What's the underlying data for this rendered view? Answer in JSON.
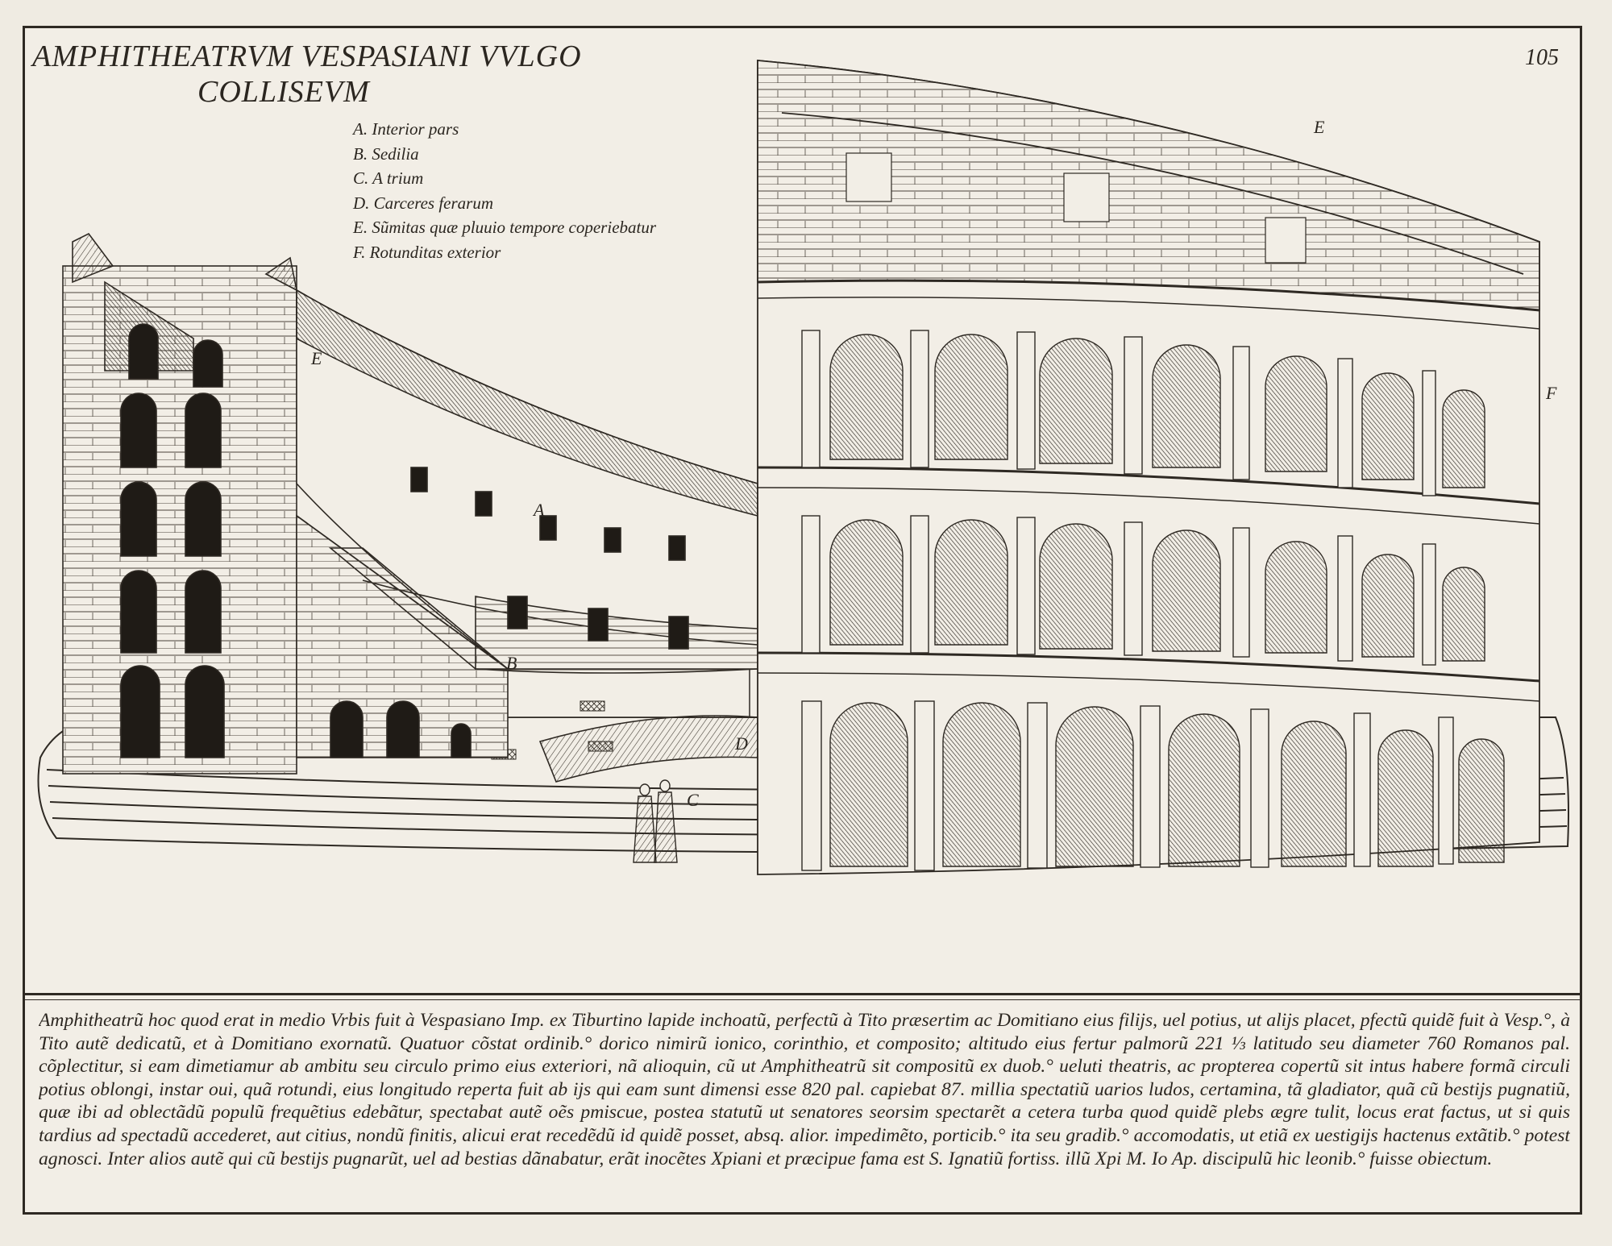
{
  "plate": {
    "title_line1": "AMPHITHEATRVM VESPASIANI VVLGO",
    "title_line2": "COLLISEVM",
    "page_number": "105"
  },
  "legend": [
    "A. Interior pars",
    "B. Sedilia",
    "C. A trium",
    "D. Carceres ferarum",
    "E. Sũmitas quæ pluuio tempore coperiebatur",
    "F. Rotunditas exterior"
  ],
  "figure_labels": {
    "a": "A",
    "b": "B",
    "c": "C",
    "d": "D",
    "e_left": "E",
    "e_top": "E",
    "f": "F"
  },
  "caption": "Amphitheatrũ hoc quod erat in medio Vrbis fuit à Vespasiano Imp. ex Tiburtino lapide inchoatũ, perfectũ à Tito præsertim ac Domitiano eius filijs, uel potius, ut alijs placet, pfectũ quidẽ fuit à Vesp.°, à Tito autẽ dedicatũ, et à Domitiano exornatũ. Quatuor cõstat ordinib.° dorico nimirũ ionico, corinthio, et composito; altitudo eius fertur palmorũ 221 ⅓ latitudo seu diameter 760 Romanos pal. cõplectitur, si eam dimetiamur ab ambitu seu circulo primo eius exteriori, nã alioquin, cũ ut Amphitheatrũ sit compositũ ex duob.° ueluti theatris, ac propterea copertũ sit intus habere formã circuli potius oblongi, instar oui, quã rotundi, eius longitudo reperta fuit ab ijs qui eam sunt dimensi esse 820 pal. capiebat 87. millia spectatiũ uarios ludos, certamina, tã gladiator, quã cũ bestijs pugnatiũ, quæ ibi ad oblectãdũ populũ frequẽtius edebãtur, spectabat autẽ oẽs pmiscue, postea statutũ ut senatores seorsim spectarẽt a cetera turba quod quidẽ plebs ægre tulit, locus erat factus, ut si quis tardius ad spectadũ accederet, aut citius, nondũ finitis, alicui erat recedẽdũ id quidẽ posset, absq. alior. impedimẽto, porticib.° ita seu gradib.° accomodatis, ut etiã ex uestigijs hactenus extãtib.° potest agnosci. Inter alios autẽ qui cũ bestijs pugnarũt, uel ad bestias dãnabatur, erãt inocẽtes Xpiani et præcipue fama est S. Ignatiũ fortiss. illũ Xpi M. Io Ap. discipulũ hic leonib.° fuisse obiectum."
}
